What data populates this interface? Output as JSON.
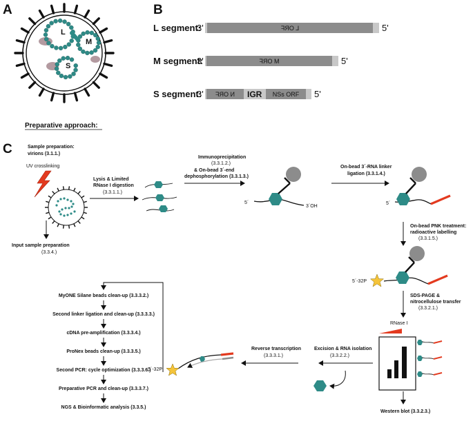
{
  "panels": {
    "a": "A",
    "b": "B",
    "c": "C"
  },
  "virion": {
    "l": "L",
    "m": "M",
    "s": "S"
  },
  "segments": [
    {
      "name": "L segment:",
      "three": "3'",
      "five": "5'",
      "orf": "L ORF"
    },
    {
      "name": "M segment:",
      "three": "3'",
      "five": "5'",
      "orf": "M ORF"
    },
    {
      "name": "S segment:",
      "three": "3'",
      "five": "5'",
      "orf_n": "N ORF",
      "igr": "IGR",
      "orf_nss": "NSs ORF"
    }
  ],
  "approach_title": "Preparative approach:",
  "steps": {
    "sample_prep_1": "Sample preparation:",
    "sample_prep_2": "virions (3.1.1.)",
    "uv": "UV crosslinking",
    "input_1": "Input sample preparation",
    "input_2": "(3.3.4.)",
    "lysis_1": "Lysis & Limited",
    "lysis_2": "RNase I digestion",
    "lysis_3": "(3.3.1.1.)",
    "ip_1": "Immunoprecipitation",
    "ip_2": "(3.3.1.2.)",
    "ip_3": "& On-bead 3´-end",
    "ip_4": "dephosphorylation (3.3.1.3.)",
    "linker_1": "On-bead 3´-RNA linker",
    "linker_2": "ligation (3.3.1.4.)",
    "pnk_1": "On-bead PNK treatment:",
    "pnk_2": "radioactive labelling",
    "pnk_3": "(3.3.1.5.)",
    "sds_1": "SDS-PAGE &",
    "sds_2": "nitrocellulose transfer",
    "sds_3": "(3.3.2.1.)",
    "rnase": "RNase I",
    "western": "Western blot (3.3.2.3.)",
    "excision_1": "Excision & RNA isolation",
    "excision_2": "(3.3.2.2.)",
    "rt_1": "Reverse transcription",
    "rt_2": "(3.3.3.1.)",
    "five_prime": "5´",
    "three_oh": "3´OH",
    "p32": "5´-32P"
  },
  "pipeline": [
    "MyONE Silane beads clean-up (3.3.3.2.)",
    "Second linker ligation and clean-up (3.3.3.3.)",
    "cDNA pre-amplification (3.3.3.4.)",
    "ProNex beads clean-up (3.3.3.5.)",
    "Second PCR: cycle optimization (3.3.3.6.)",
    "Preparative PCR and clean-up (3.3.3.7.)",
    "NGS & Bioinformatic analysis (3.3.5.)"
  ],
  "colors": {
    "teal": "#2e8b87",
    "red": "#e33a1f",
    "grey": "#8c8c8c",
    "light": "#c8c8c8",
    "pink": "#b39aa0",
    "star": "#f5c43a"
  }
}
